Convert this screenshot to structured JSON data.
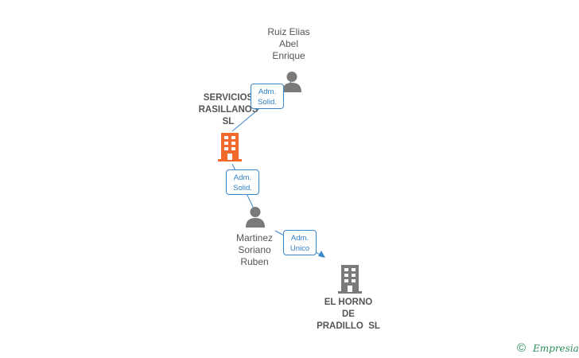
{
  "persons": [
    {
      "name_lines": [
        "Ruiz Elias",
        "Abel",
        "Enrique"
      ],
      "icon": "person-icon"
    },
    {
      "name_lines": [
        "Martinez",
        "Soriano",
        "Ruben"
      ],
      "icon": "person-icon"
    }
  ],
  "companies": [
    {
      "name_lines": [
        "SERVICIOS",
        "RASILLANOS",
        "SL"
      ],
      "icon": "building-icon",
      "color": "#f26a2b"
    },
    {
      "name_lines": [
        "EL HORNO",
        "DE",
        "PRADILLO  SL"
      ],
      "icon": "building-icon",
      "color": "#7a7a7a"
    }
  ],
  "relations": [
    {
      "from": "Ruiz Elias Abel Enrique",
      "to": "SERVICIOS RASILLANOS SL",
      "role_lines": [
        "Adm.",
        "Solid."
      ]
    },
    {
      "from": "Martinez Soriano Ruben",
      "to": "SERVICIOS RASILLANOS SL",
      "role_lines": [
        "Adm.",
        "Solid."
      ]
    },
    {
      "from": "Martinez Soriano Ruben",
      "to": "EL HORNO DE PRADILLO  SL",
      "role_lines": [
        "Adm.",
        "Unico"
      ]
    }
  ],
  "footer": {
    "copyright_symbol": "©",
    "brand": "Empresia"
  },
  "colors": {
    "edge": "#3b87c9",
    "person_icon": "#7a7a7a",
    "label_text": "#555555"
  }
}
